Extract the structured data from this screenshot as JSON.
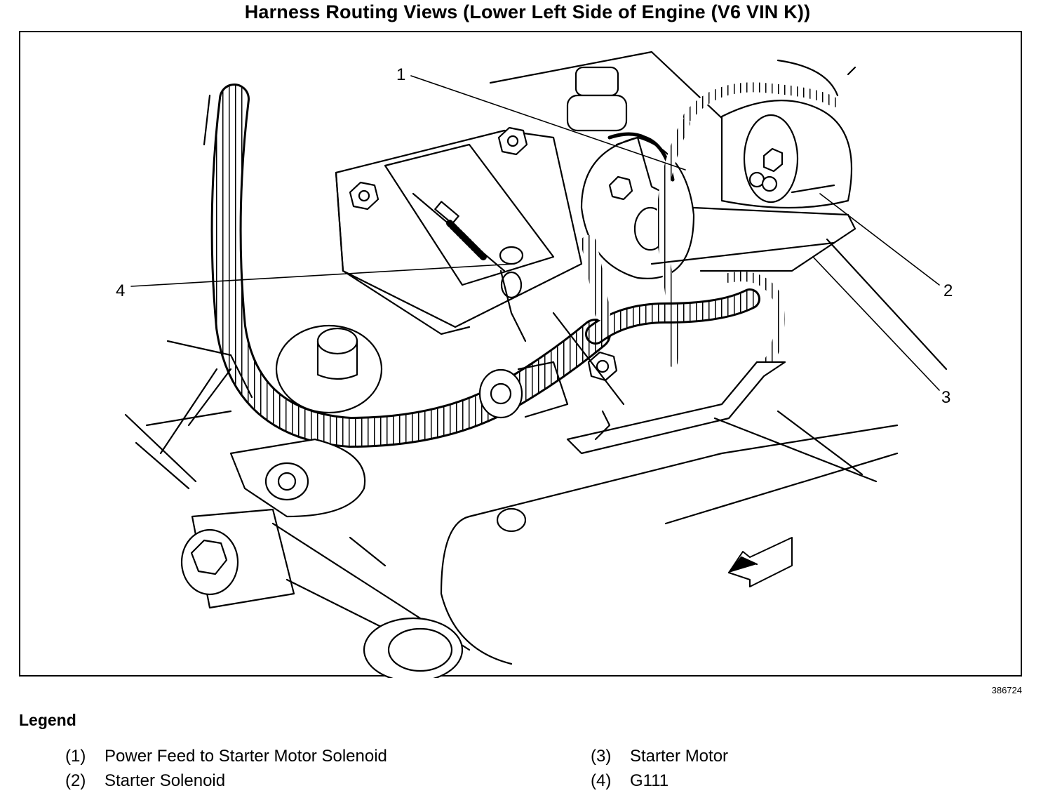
{
  "title": "Harness Routing Views (Lower Left Side of Engine (V6 VIN K))",
  "figure_id": "386724",
  "callouts": [
    "1",
    "2",
    "3",
    "4"
  ],
  "legend": {
    "heading": "Legend",
    "items": [
      {
        "num": "(1)",
        "label": "Power Feed to Starter Motor Solenoid"
      },
      {
        "num": "(2)",
        "label": "Starter Solenoid"
      },
      {
        "num": "(3)",
        "label": "Starter Motor"
      },
      {
        "num": "(4)",
        "label": "G111"
      }
    ]
  }
}
